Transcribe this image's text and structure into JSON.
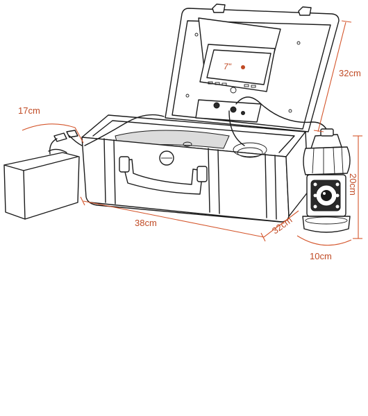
{
  "dimensions": {
    "screen_size": "7\"",
    "lid_height": "32cm",
    "battery_length": "17cm",
    "case_width": "38cm",
    "case_depth": "32cm",
    "camera_height": "20cm",
    "camera_diameter": "10cm"
  },
  "colors": {
    "dimension_lines": "#d4552b",
    "dimension_text": "#c04a24",
    "outline": "#1a1a1a"
  }
}
